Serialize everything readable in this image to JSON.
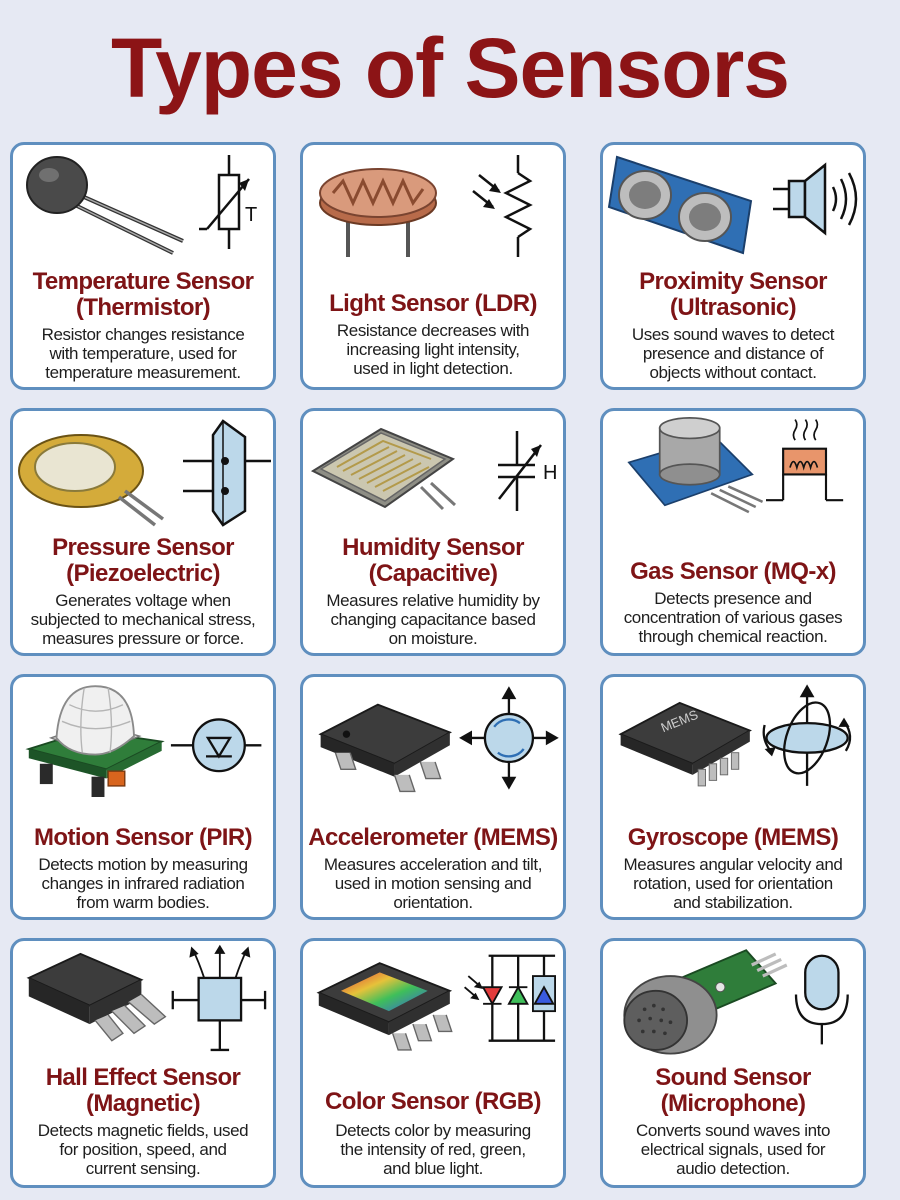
{
  "page": {
    "title": "Types of Sensors"
  },
  "colors": {
    "background": "#e6e9f3",
    "title": "#8c1416",
    "card_border": "#5f8fbf",
    "card_title": "#7e1416"
  },
  "sensors": [
    {
      "icon": "thermistor-icon",
      "title_line1": "Temperature Sensor",
      "title_line2": "(Thermistor)",
      "desc_line1": "Resistor changes resistance",
      "desc_line2": "with temperature, used for",
      "desc_line3": "temperature measurement.",
      "symbol_label": "T"
    },
    {
      "icon": "ldr-icon",
      "title_line1": "Light Sensor (LDR)",
      "desc_line1": "Resistance decreases with",
      "desc_line2": "increasing light intensity,",
      "desc_line3": "used in light detection."
    },
    {
      "icon": "ultrasonic-icon",
      "title_line1": "Proximity Sensor",
      "title_line2": "(Ultrasonic)",
      "desc_line1": "Uses sound waves to detect",
      "desc_line2": "presence and distance of",
      "desc_line3": "objects without contact."
    },
    {
      "icon": "piezo-disc-icon",
      "title_line1": "Pressure Sensor",
      "title_line2": "(Piezoelectric)",
      "desc_line1": "Generates voltage when",
      "desc_line2": "subjected to mechanical stress,",
      "desc_line3": "measures pressure or force."
    },
    {
      "icon": "humidity-sensor-icon",
      "title_line1": "Humidity Sensor",
      "title_line2": "(Capacitive)",
      "desc_line1": "Measures relative humidity by",
      "desc_line2": "changing capacitance based",
      "desc_line3": "on moisture.",
      "symbol_label": "H"
    },
    {
      "icon": "gas-sensor-icon",
      "title_line1": "Gas Sensor (MQ-x)",
      "desc_line1": "Detects presence and",
      "desc_line2": "concentration of various gases",
      "desc_line3": "through chemical reaction."
    },
    {
      "icon": "pir-sensor-icon",
      "title_line1": "Motion Sensor (PIR)",
      "desc_line1": "Detects motion by measuring",
      "desc_line2": "changes in infrared radiation",
      "desc_line3": "from warm bodies."
    },
    {
      "icon": "accelerometer-chip-icon",
      "title_line1": "Accelerometer (MEMS)",
      "desc_line1": "Measures acceleration and tilt,",
      "desc_line2": "used in motion sensing and",
      "desc_line3": "orientation."
    },
    {
      "icon": "gyroscope-chip-icon",
      "title_line1": "Gyroscope (MEMS)",
      "desc_line1": "Measures angular velocity and",
      "desc_line2": "rotation, used for orientation",
      "desc_line3": "and stabilization.",
      "chip_label": "MEMS"
    },
    {
      "icon": "hall-sensor-icon",
      "title_line1": "Hall Effect Sensor",
      "title_line2": "(Magnetic)",
      "desc_line1": "Detects magnetic fields, used",
      "desc_line2": "for position, speed, and",
      "desc_line3": "current sensing."
    },
    {
      "icon": "rgb-sensor-icon",
      "title_line1": "Color Sensor (RGB)",
      "desc_line1": "Detects color by measuring",
      "desc_line2": "the intensity of red, green,",
      "desc_line3": "and blue light."
    },
    {
      "icon": "microphone-icon",
      "title_line1": "Sound Sensor",
      "title_line2": "(Microphone)",
      "desc_line1": "Converts sound waves into",
      "desc_line2": "electrical signals, used for",
      "desc_line3": "audio detection."
    }
  ]
}
